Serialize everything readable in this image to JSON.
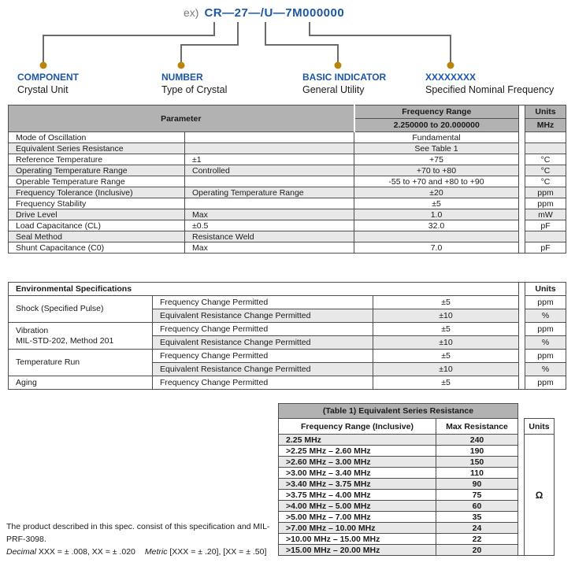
{
  "header": {
    "prefix": "ex)",
    "part_number": "CR—27—/U—7M000000",
    "callouts": [
      {
        "label": "COMPONENT",
        "sublabel": "Crystal Unit"
      },
      {
        "label": "NUMBER",
        "sublabel": "Type of Crystal"
      },
      {
        "label": "BASIC INDICATOR",
        "sublabel": "General Utility"
      },
      {
        "label": "XXXXXXXX",
        "sublabel": "Specified Nominal Frequency"
      }
    ]
  },
  "colors": {
    "accent_blue": "#1c56a5",
    "bullet_gold": "#b8860b",
    "header_gray": "#b2b2b2",
    "row_shade_gray": "#e8e8e8",
    "border_gray": "#4f4f4f"
  },
  "parameter_table": {
    "header": {
      "parameter": "Parameter",
      "frequency_range": "Frequency Range",
      "units": "Units",
      "range_value": "2.250000 to 20.000000",
      "units_value": "MHz"
    },
    "rows": [
      {
        "name": "Mode of Oscillation",
        "condition": "",
        "value": "Fundamental",
        "unit": ""
      },
      {
        "name": "Equivalent Series Resistance",
        "condition": "",
        "value": "See Table 1",
        "unit": ""
      },
      {
        "name": "Reference Temperature",
        "condition": "±1",
        "value": "+75",
        "unit": "°C"
      },
      {
        "name": "Operating Temperature Range",
        "condition": "Controlled",
        "value": "+70 to +80",
        "unit": "°C"
      },
      {
        "name": "Operable Temperature Range",
        "condition": "",
        "value": "-55 to +70 and +80 to +90",
        "unit": "°C"
      },
      {
        "name": "Frequency Tolerance (Inclusive)",
        "condition": "Operating Temperature Range",
        "value": "±20",
        "unit": "ppm"
      },
      {
        "name": "Frequency Stability",
        "condition": "",
        "value": "±5",
        "unit": "ppm"
      },
      {
        "name": "Drive Level",
        "condition": "Max",
        "value": "1.0",
        "unit": "mW"
      },
      {
        "name": "Load Capacitance (CL)",
        "condition": "±0.5",
        "value": "32.0",
        "unit": "pF"
      },
      {
        "name": "Seal Method",
        "condition": "Resistance Weld",
        "value": "",
        "unit": ""
      },
      {
        "name": "Shunt Capacitance (C0)",
        "condition": "Max",
        "value": "7.0",
        "unit": "pF"
      }
    ]
  },
  "environmental_table": {
    "title": "Environmental Specifications",
    "units_header": "Units",
    "groups": [
      {
        "name": "Shock (Specified Pulse)",
        "name2": "",
        "rows": [
          {
            "test": "Frequency Change Permitted",
            "value": "±5",
            "unit": "ppm"
          },
          {
            "test": "Equivalent Resistance Change Permitted",
            "value": "±10",
            "unit": "%"
          }
        ]
      },
      {
        "name": "Vibration",
        "name2": "MIL-STD-202, Method 201",
        "rows": [
          {
            "test": "Frequency Change Permitted",
            "value": "±5",
            "unit": "ppm"
          },
          {
            "test": "Equivalent Resistance Change Permitted",
            "value": "±10",
            "unit": "%"
          }
        ]
      },
      {
        "name": "Temperature Run",
        "name2": "",
        "rows": [
          {
            "test": "Frequency Change Permitted",
            "value": "±5",
            "unit": "ppm"
          },
          {
            "test": "Equivalent Resistance Change Permitted",
            "value": "±10",
            "unit": "%"
          }
        ]
      },
      {
        "name": "Aging",
        "name2": "",
        "rows": [
          {
            "test": "Frequency Change Permitted",
            "value": "±5",
            "unit": "ppm"
          }
        ]
      }
    ]
  },
  "resistance_table": {
    "title": "(Table 1) Equivalent Series Resistance",
    "headers": [
      "Frequency Range (Inclusive)",
      "Max Resistance",
      "Units"
    ],
    "unit": "Ω",
    "rows": [
      {
        "range": "2.25 MHz",
        "max": "240"
      },
      {
        "range": ">2.25 MHz – 2.60 MHz",
        "max": "190"
      },
      {
        "range": ">2.60 MHz – 3.00 MHz",
        "max": "150"
      },
      {
        "range": ">3.00 MHz – 3.40 MHz",
        "max": "110"
      },
      {
        "range": ">3.40 MHz – 3.75 MHz",
        "max": "90"
      },
      {
        "range": ">3.75 MHz – 4.00 MHz",
        "max": "75"
      },
      {
        "range": ">4.00 MHz – 5.00 MHz",
        "max": "60"
      },
      {
        "range": ">5.00 MHz – 7.00 MHz",
        "max": "35"
      },
      {
        "range": ">7.00 MHz – 10.00 MHz",
        "max": "24"
      },
      {
        "range": ">10.00 MHz – 15.00 MHz",
        "max": "22"
      },
      {
        "range": ">15.00 MHz – 20.00 MHz",
        "max": "20"
      }
    ]
  },
  "footer": {
    "line1": "The product described in this spec. consist of this specification and MIL-PRF-3098.",
    "decimal_label": "Decimal",
    "decimal_text": " XXX = ± .008, XX = ± .020",
    "metric_label": "Metric",
    "metric_text": " [XXX = ± .20], [XX = ± .50]"
  }
}
